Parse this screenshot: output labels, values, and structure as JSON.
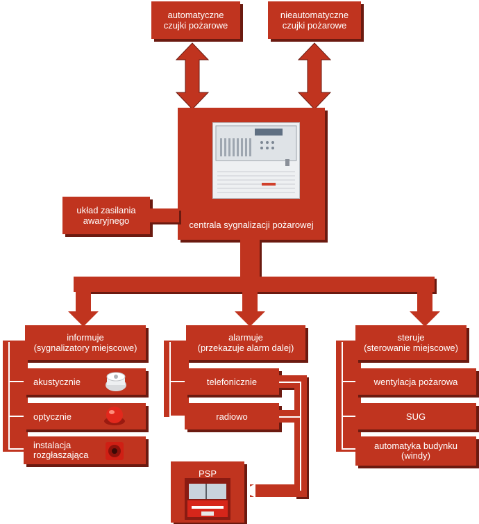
{
  "colors": {
    "box": "#c0341f",
    "shadow": "#6b1a10",
    "line": "#ffffff"
  },
  "top": {
    "auto": {
      "line1": "automatyczne",
      "line2": "czujki pożarowe"
    },
    "manual": {
      "line1": "nieautomatyczne",
      "line2": "czujki pożarowe"
    }
  },
  "central": {
    "label": "centrala sygnalizacji pożarowej"
  },
  "power": {
    "line1": "układ zasilania",
    "line2": "awaryjnego"
  },
  "branches": {
    "inform": {
      "line1": "informuje",
      "line2": "(sygnalizatory miejscowe)",
      "items": [
        "akustycznie",
        "optycznie",
        "instalacja",
        "rozgłaszająca"
      ]
    },
    "alarm": {
      "line1": "alarmuje",
      "line2": "(przekazuje alarm dalej)",
      "items": [
        "telefonicznie",
        "radiowo"
      ]
    },
    "control": {
      "line1": "steruje",
      "line2": "(sterowanie miejscowe)",
      "items": [
        "wentylacja pożarowa",
        "SUG",
        "automatyka budynku",
        "(windy)"
      ]
    }
  },
  "psp": {
    "label": "PSP"
  }
}
